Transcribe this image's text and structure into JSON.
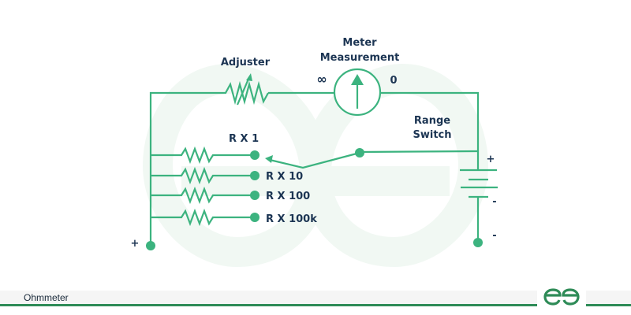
{
  "diagram": {
    "title": "Ohmmeter",
    "labels": {
      "adjuster": "Adjuster",
      "meter_line1": "Meter",
      "meter_line2": "Measurement",
      "infinity": "∞",
      "zero": "0",
      "range_line1": "Range",
      "range_line2": "Switch",
      "battery_plus": "+",
      "battery_minus": "-",
      "terminal_minus": "-",
      "terminal_plus": "+"
    },
    "ranges": [
      "R X 1",
      "R X 10",
      "R X 100",
      "R X 100k"
    ],
    "colors": {
      "wire": "#3cb37f",
      "text": "#1c3553",
      "watermark": "#f1f8f3",
      "brand": "#2e8b57"
    }
  },
  "footer": {
    "caption": "Ohmmeter",
    "logo": "GfG"
  }
}
